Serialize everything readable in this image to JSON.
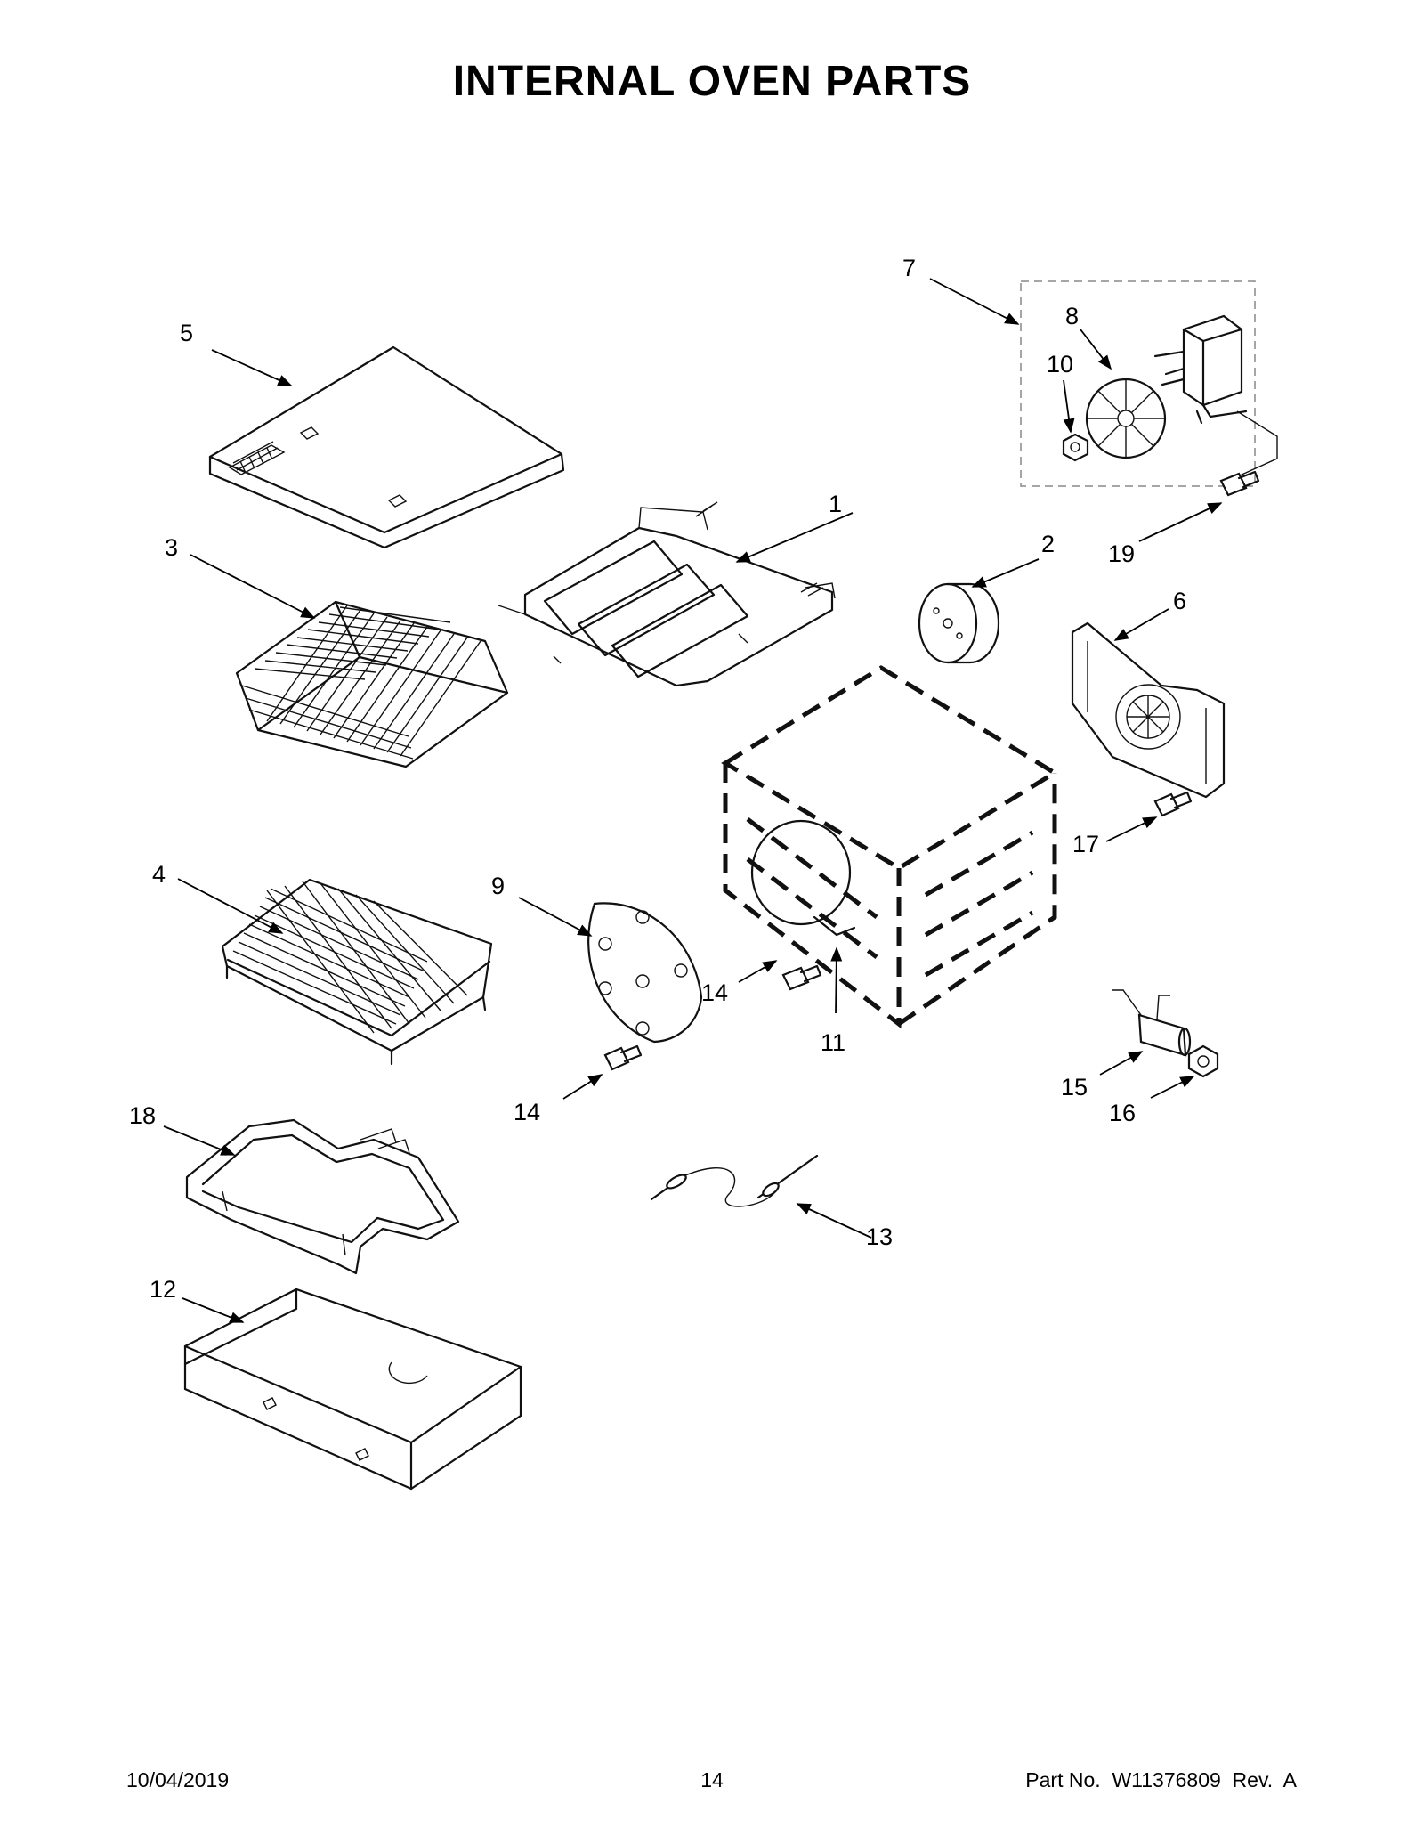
{
  "title": "INTERNAL OVEN PARTS",
  "footer": {
    "date": "10/04/2019",
    "page": "14",
    "part_no": "Part No.  W11376809  Rev.  A"
  },
  "callouts": {
    "c1": "1",
    "c2": "2",
    "c3": "3",
    "c4": "4",
    "c5": "5",
    "c6": "6",
    "c7": "7",
    "c8": "8",
    "c9": "9",
    "c10": "10",
    "c11": "11",
    "c12": "12",
    "c13": "13",
    "c14a": "14",
    "c14b": "14",
    "c15": "15",
    "c16": "16",
    "c17": "17",
    "c18": "18",
    "c19": "19"
  }
}
